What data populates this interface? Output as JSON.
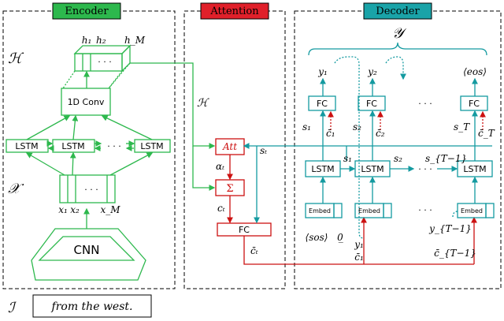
{
  "sections": {
    "encoder": "Encoder",
    "attention": "Attention",
    "decoder": "Decoder"
  },
  "colors": {
    "encoder": "#2db84d",
    "attention": "#cc1111",
    "decoder": "#149aa0",
    "encoder_header_bg": "#2db84d",
    "attention_header_bg": "#e0202a",
    "decoder_header_bg": "#1aa3a8"
  },
  "encoder": {
    "H": "ℋ",
    "X": "𝒳",
    "I": "ℐ",
    "h1": "h₁",
    "h2": "h₂",
    "hM": "h_M",
    "conv": "1D Conv",
    "lstm": "LSTM",
    "dots": "· · ·",
    "x1": "x₁",
    "x2": "x₂",
    "xM": "x_M",
    "cnn": "CNN",
    "handwriting": "from the west."
  },
  "attention": {
    "H": "ℋ",
    "att": "Att",
    "alpha": "αₜ",
    "sum": "Σ",
    "ct": "cₜ",
    "st": "sₜ",
    "fc": "FC",
    "cbar": "c̄ₜ"
  },
  "decoder": {
    "Y": "𝒴",
    "y1": "y₁",
    "y2": "y₂",
    "eos": "⟨eos⟩",
    "fc": "FC",
    "lstm": "LSTM",
    "embed": "Embed",
    "dots": "· · ·",
    "s1": "s₁",
    "s2": "s₂",
    "sT": "s_T",
    "sT1": "s_{T−1}",
    "c1": "c̄₁",
    "c2": "c̄₂",
    "cT": "c̄_T",
    "sos": "⟨sos⟩",
    "zero": "0̲",
    "y1b": "y₁",
    "yT1": "y_{T−1}",
    "c1b": "c̄₁",
    "cT1": "c̄_{T−1}"
  }
}
